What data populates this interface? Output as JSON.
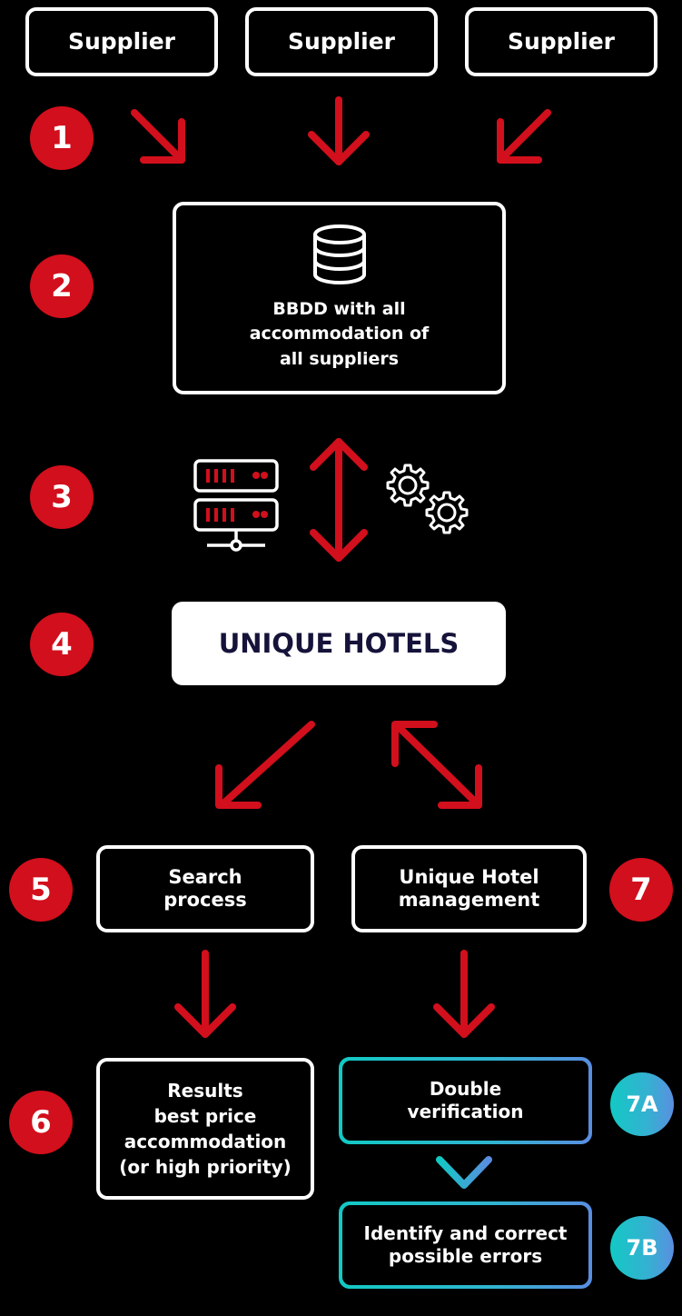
{
  "colors": {
    "red": "#d20f1c",
    "white": "#ffffff",
    "navy": "#15133a",
    "teal_start": "#12c9c4",
    "teal_end": "#5a8de0"
  },
  "suppliers": [
    {
      "label": "Supplier"
    },
    {
      "label": "Supplier"
    },
    {
      "label": "Supplier"
    }
  ],
  "steps": [
    {
      "number": "1"
    },
    {
      "number": "2"
    },
    {
      "number": "3"
    },
    {
      "number": "4"
    },
    {
      "number": "5"
    },
    {
      "number": "6"
    },
    {
      "number": "7"
    },
    {
      "number": "7A"
    },
    {
      "number": "7B"
    }
  ],
  "database_box": {
    "icon": "database-icon",
    "lines": [
      "BBDD with all",
      "accommodation of",
      "all suppliers"
    ]
  },
  "step3": {
    "left_icon": "server-icon",
    "right_icon": "gears-icon",
    "arrow": "bidirectional-vertical-arrow"
  },
  "unique_hotels": {
    "label": "UNIQUE HOTELS"
  },
  "search_process": {
    "lines": [
      "Search",
      "process"
    ]
  },
  "unique_hotel_management": {
    "lines": [
      "Unique Hotel",
      "management"
    ]
  },
  "results": {
    "lines": [
      "Results",
      "best price",
      "accommodation",
      "(or high priority)"
    ]
  },
  "double_verification": {
    "lines": [
      "Double",
      "verification"
    ]
  },
  "identify_errors": {
    "lines": [
      "Identify and correct",
      "possible errors"
    ]
  }
}
